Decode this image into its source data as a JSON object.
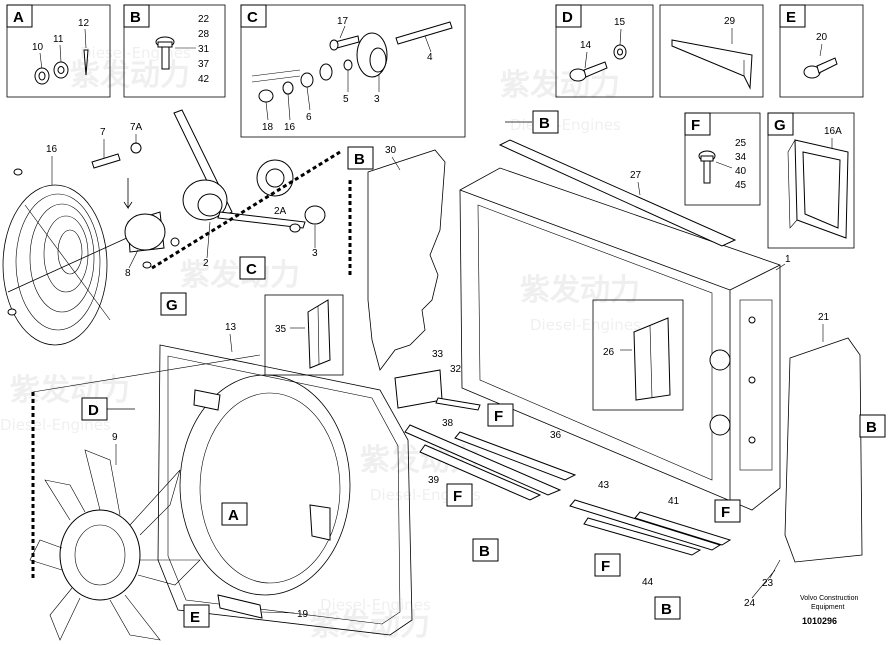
{
  "callout_boxes": {
    "A": {
      "letter": "A",
      "parts": [
        "10",
        "11",
        "12"
      ]
    },
    "B": {
      "letter": "B",
      "parts": [
        "22",
        "28",
        "31",
        "37",
        "42"
      ]
    },
    "C": {
      "letter": "C",
      "parts": [
        "17",
        "4",
        "5",
        "3",
        "6",
        "16",
        "18"
      ]
    },
    "D": {
      "letter": "D",
      "parts": [
        "14",
        "15"
      ]
    },
    "strip": {
      "parts": [
        "29"
      ]
    },
    "E": {
      "letter": "E",
      "parts": [
        "20"
      ]
    },
    "F": {
      "letter": "F",
      "parts": [
        "25",
        "34",
        "40",
        "45"
      ]
    },
    "G": {
      "letter": "G",
      "parts": [
        "16A"
      ]
    },
    "P35": {
      "parts": [
        "35"
      ]
    },
    "P26": {
      "parts": [
        "26"
      ]
    }
  },
  "part_labels": {
    "l16": "16",
    "l7": "7",
    "l7A": "7A",
    "l8": "8",
    "l2": "2",
    "l2A": "2A",
    "l3": "3",
    "l13": "13",
    "l9": "9",
    "l19": "19",
    "l30": "30",
    "l33": "33",
    "l32": "32",
    "l38": "38",
    "l39": "39",
    "l36": "36",
    "l27": "27",
    "l1": "1",
    "l21": "21",
    "l43": "43",
    "l41": "41",
    "l44": "44",
    "l23": "23",
    "l24": "24"
  },
  "reference_markers": {
    "B_top": "B",
    "B_30": "B",
    "B_right": "B",
    "B_mid": "B",
    "B_bottom": "B",
    "C_mid": "C",
    "G_mid": "G",
    "D_mid": "D",
    "A_mid": "A",
    "E_bottom": "E",
    "F_32": "F",
    "F_39": "F",
    "F_44": "F",
    "F_23": "F"
  },
  "footer": {
    "brand_line1": "Volvo Construction",
    "brand_line2": "Equipment",
    "doc_number": "1010296"
  },
  "watermark": {
    "cn": "紫发动力",
    "en": "Diesel-Engines"
  }
}
